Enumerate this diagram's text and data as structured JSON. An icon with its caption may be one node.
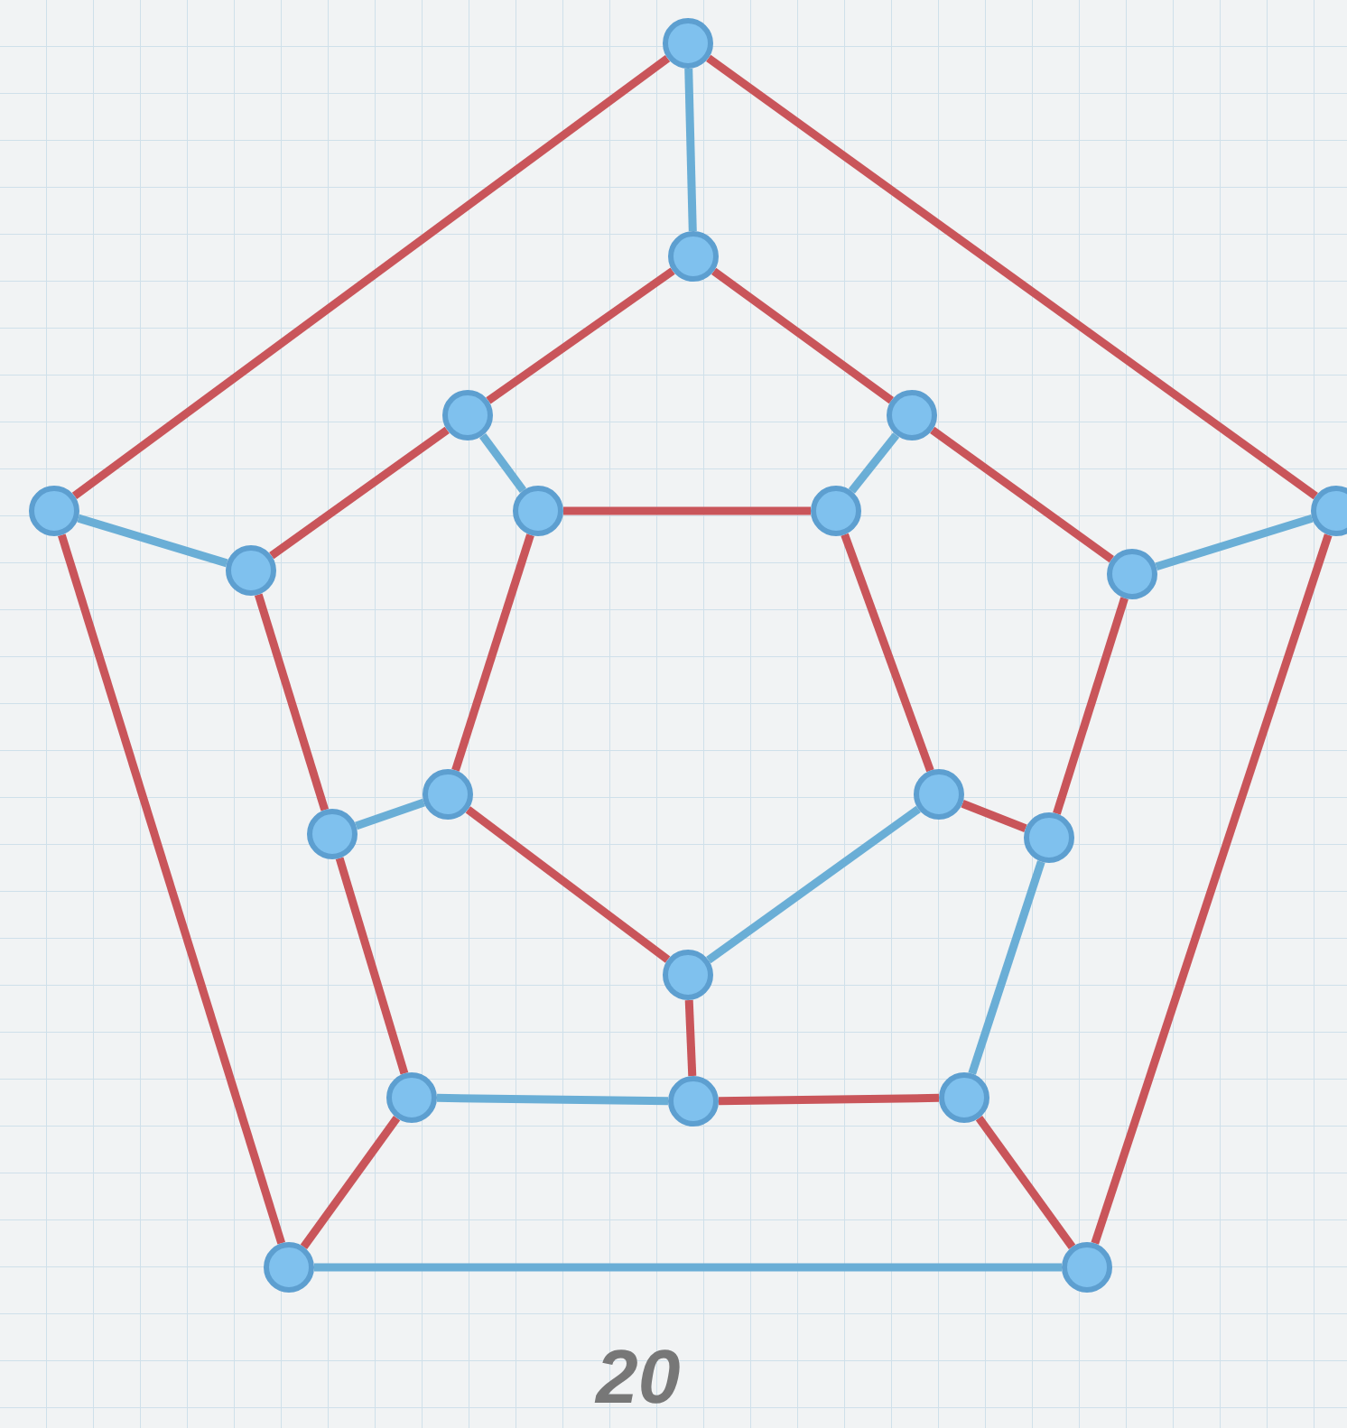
{
  "diagram": {
    "nodes": [
      {
        "text": [],
        "shape": "circle"
      },
      {
        "text": [],
        "shape": "circle"
      },
      {
        "text": [],
        "shape": "circle"
      },
      {
        "text": [],
        "shape": "circle"
      },
      {
        "text": [],
        "shape": "circle"
      },
      {
        "text": [],
        "shape": "circle"
      },
      {
        "text": [],
        "shape": "circle"
      },
      {
        "text": [],
        "shape": "circle"
      },
      {
        "text": [],
        "shape": "circle"
      },
      {
        "text": [],
        "shape": "circle"
      },
      {
        "text": [],
        "shape": "circle"
      },
      {
        "text": [],
        "shape": "circle"
      },
      {
        "text": [],
        "shape": "circle"
      },
      {
        "text": [],
        "shape": "circle"
      },
      {
        "text": [],
        "shape": "circle"
      },
      {
        "text": [],
        "shape": "circle"
      },
      {
        "text": [],
        "shape": "circle"
      },
      {
        "text": [],
        "shape": "circle"
      },
      {
        "text": [],
        "shape": "circle"
      },
      {
        "text": [],
        "shape": "circle"
      }
    ],
    "edges": [
      {
        "from": 0,
        "to": 5,
        "arrow": "none",
        "color": "#6aaed6"
      },
      {
        "from": 0,
        "to": 1,
        "arrow": "none"
      },
      {
        "from": 0,
        "to": 2,
        "arrow": "none"
      },
      {
        "from": 1,
        "to": 8,
        "arrow": "none",
        "color": "#6aaed6"
      },
      {
        "from": 1,
        "to": 3,
        "arrow": "none"
      },
      {
        "from": 2,
        "to": 9,
        "arrow": "none",
        "color": "#6aaed6"
      },
      {
        "from": 2,
        "to": 4,
        "arrow": "none"
      },
      {
        "from": 3,
        "to": 4,
        "arrow": "none",
        "color": "#6aaed6"
      },
      {
        "from": 3,
        "to": 17,
        "arrow": "none"
      },
      {
        "from": 4,
        "to": 19,
        "arrow": "none"
      },
      {
        "from": 5,
        "to": 6,
        "arrow": "none"
      },
      {
        "from": 5,
        "to": 7,
        "arrow": "none"
      },
      {
        "from": 6,
        "to": 10,
        "arrow": "none",
        "color": "#6aaed6"
      },
      {
        "from": 6,
        "to": 8,
        "arrow": "none"
      },
      {
        "from": 7,
        "to": 11,
        "arrow": "none",
        "color": "#6aaed6"
      },
      {
        "from": 7,
        "to": 9,
        "arrow": "none"
      },
      {
        "from": 8,
        "to": 12,
        "arrow": "none"
      },
      {
        "from": 9,
        "to": 13,
        "arrow": "none"
      },
      {
        "from": 10,
        "to": 11,
        "arrow": "none"
      },
      {
        "from": 10,
        "to": 14,
        "arrow": "none"
      },
      {
        "from": 11,
        "to": 15,
        "arrow": "none"
      },
      {
        "from": 12,
        "to": 14,
        "arrow": "none",
        "color": "#6aaed6"
      },
      {
        "from": 12,
        "to": 17,
        "arrow": "none"
      },
      {
        "from": 13,
        "to": 15,
        "arrow": "none"
      },
      {
        "from": 13,
        "to": 19,
        "arrow": "none",
        "color": "#6aaed6"
      },
      {
        "from": 14,
        "to": 16,
        "arrow": "none"
      },
      {
        "from": 15,
        "to": 16,
        "arrow": "none",
        "color": "#6aaed6"
      },
      {
        "from": 16,
        "to": 18,
        "arrow": "none"
      },
      {
        "from": 17,
        "to": 18,
        "arrow": "none",
        "color": "#6aaed6"
      },
      {
        "from": 18,
        "to": 19,
        "arrow": "none"
      }
    ],
    "labels": [
      "20"
    ]
  }
}
